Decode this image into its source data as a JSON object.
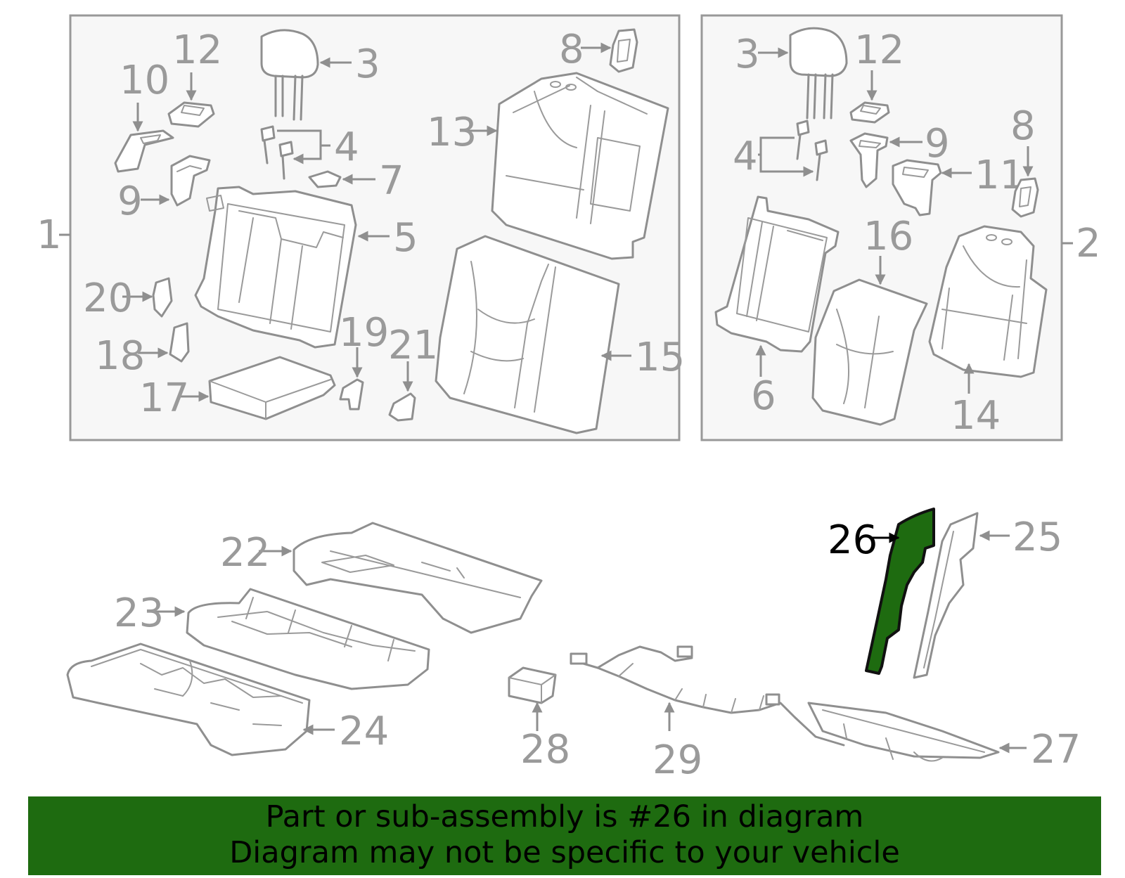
{
  "diagram": {
    "group_labels": {
      "left_assembly": "1",
      "right_assembly": "2"
    },
    "callouts": {
      "c3a": "3",
      "c4a": "4",
      "c5": "5",
      "c7": "7",
      "c8a": "8",
      "c9a": "9",
      "c10": "10",
      "c12a": "12",
      "c13": "13",
      "c15": "15",
      "c17": "17",
      "c18": "18",
      "c19": "19",
      "c20": "20",
      "c21": "21",
      "c3b": "3",
      "c4b": "4",
      "c6": "6",
      "c8b": "8",
      "c9b": "9",
      "c11": "11",
      "c12b": "12",
      "c14": "14",
      "c16": "16",
      "c22": "22",
      "c23": "23",
      "c24": "24",
      "c25": "25",
      "c26": "26",
      "c27": "27",
      "c28": "28",
      "c29": "29"
    },
    "highlighted_part": "26",
    "highlight_color": "#1e6b10"
  },
  "banner": {
    "line1": "Part or sub-assembly is #26 in diagram",
    "line2": "Diagram may not be specific to your vehicle",
    "background": "#1e6b10"
  }
}
